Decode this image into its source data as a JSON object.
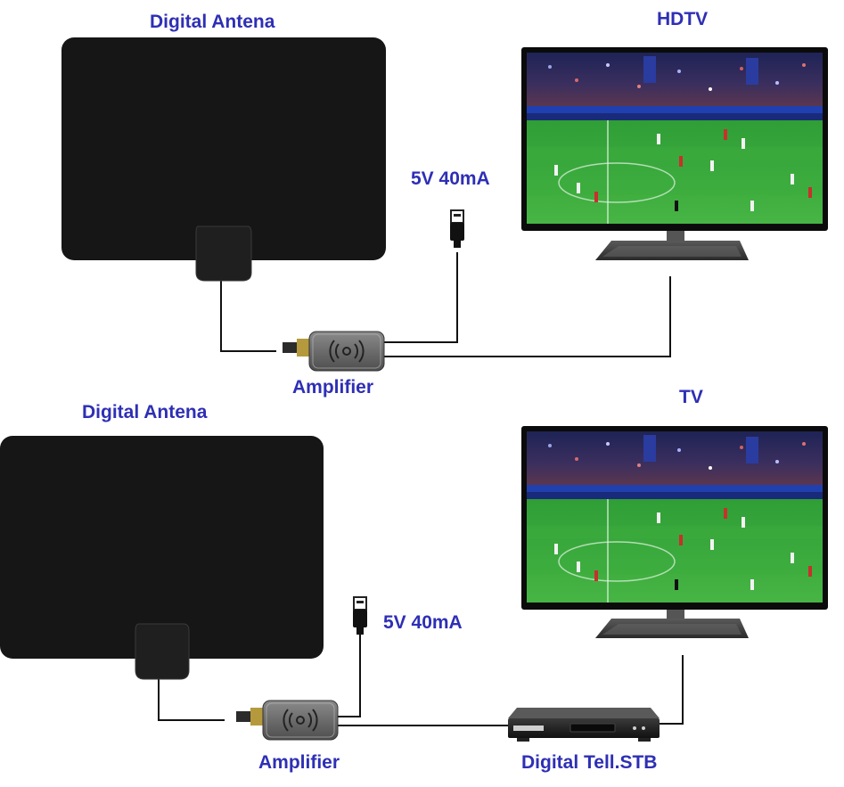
{
  "top": {
    "antenna_label": "Digital Antena",
    "tv_label": "HDTV",
    "power_label": "5V 40mA",
    "amplifier_label": "Amplifier"
  },
  "bottom": {
    "antenna_label": "Digital Antena",
    "tv_label": "TV",
    "power_label": "5V 40mA",
    "amplifier_label": "Amplifier",
    "stb_label": "Digital Tell.STB"
  },
  "colors": {
    "label": "#2e2fb5",
    "antenna": "#161616",
    "pitch": "#3aa83c",
    "crowd": "#2a2f6a",
    "cable": "#111111"
  }
}
